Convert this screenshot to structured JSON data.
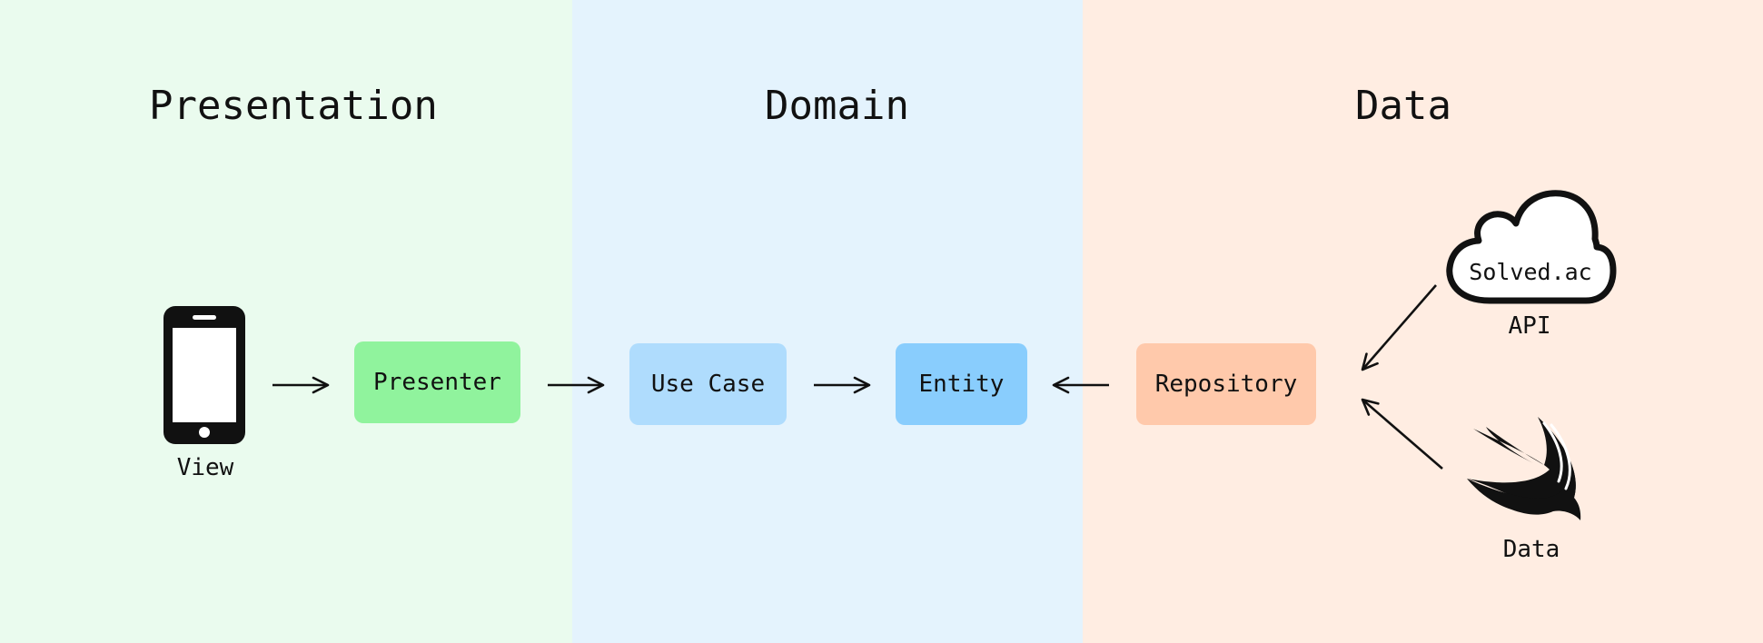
{
  "colors": {
    "presentation_bg": "#eafbee",
    "domain_bg": "#e4f3fd",
    "data_bg": "#ffede2",
    "presenter_box": "#90f39d",
    "usecase_box": "#afdcfd",
    "entity_box": "#89cdfd",
    "repository_box": "#ffc9ab"
  },
  "sections": {
    "presentation": "Presentation",
    "domain": "Domain",
    "data": "Data"
  },
  "nodes": {
    "view": {
      "label": "View",
      "icon": "smartphone-icon"
    },
    "presenter": "Presenter",
    "use_case": "Use Case",
    "entity": "Entity",
    "repository": "Repository",
    "api": {
      "cloud_text": "Solved.ac",
      "label": "API",
      "icon": "cloud-icon"
    },
    "local_data": {
      "label": "Data",
      "icon": "swift-logo-icon"
    }
  }
}
